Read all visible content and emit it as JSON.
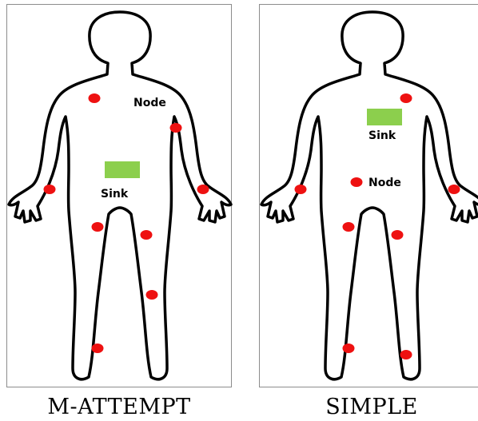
{
  "panels": [
    {
      "caption": "M-ATTEMPT",
      "node_label": "Node",
      "sink_label": "Sink"
    },
    {
      "caption": "SIMPLE",
      "node_label": "Node",
      "sink_label": "Sink"
    }
  ],
  "colors": {
    "node": "#ee1111",
    "sink": "#8ccf4d",
    "outline": "#000000"
  }
}
